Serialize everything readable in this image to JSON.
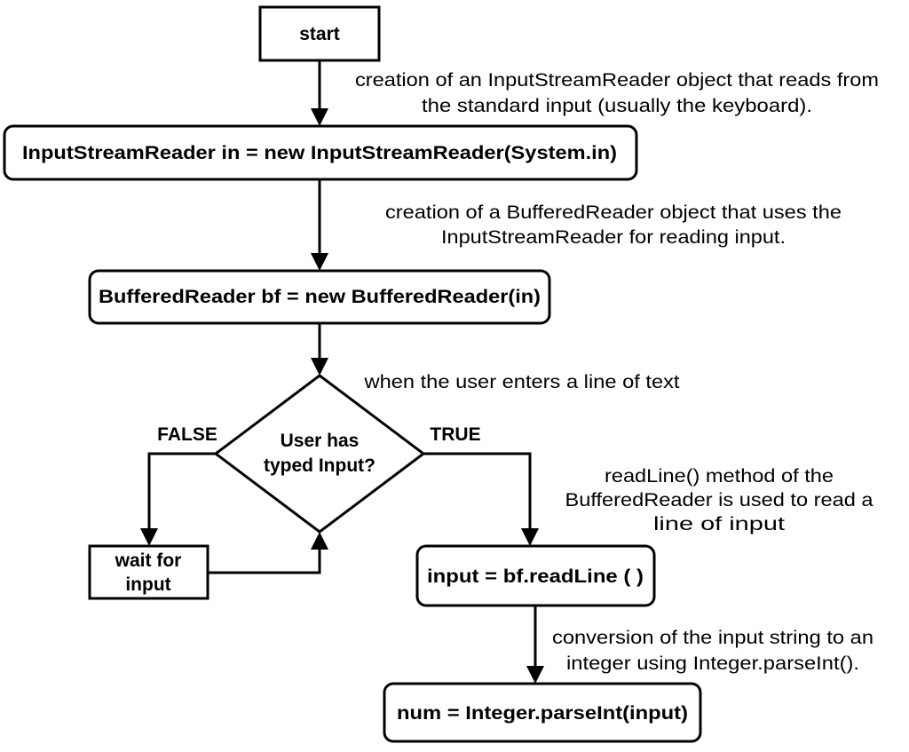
{
  "nodes": {
    "start": "start",
    "input_stream_reader": "InputStreamReader in = new InputStreamReader(System.in)",
    "buffered_reader": "BufferedReader bf = new BufferedReader(in)",
    "decision": [
      "User has",
      "typed Input?"
    ],
    "wait": [
      "wait for",
      "input"
    ],
    "read_line": "input = bf.readLine ( )",
    "parse_int": "num = Integer.parseInt(input)"
  },
  "branches": {
    "false_label": "FALSE",
    "true_label": "TRUE"
  },
  "notes": {
    "isr": [
      "creation of an InputStreamReader object that reads from",
      "the standard input (usually the keyboard)."
    ],
    "br": [
      "creation of a BufferedReader object that uses the",
      "InputStreamReader for reading input."
    ],
    "user_enters": [
      "when the user enters a line of text"
    ],
    "readline": [
      "readLine() method of the",
      "BufferedReader is used to read a",
      "line of input"
    ],
    "conversion": [
      "conversion of the input string to an",
      "integer using Integer.parseInt()."
    ]
  }
}
